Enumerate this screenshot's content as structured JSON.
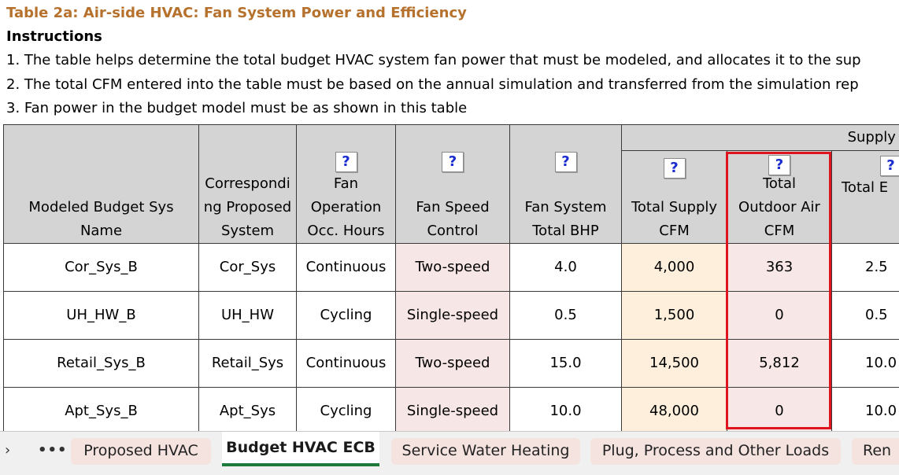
{
  "title": "Table 2a: Air-side HVAC: Fan System Power and Efficiency",
  "instructions_heading": "Instructions",
  "instructions": [
    "1. The table helps determine the total budget HVAC system fan power that must be modeled, and allocates it to the sup",
    "2. The total CFM entered into the table must be based on the annual simulation and transferred from the simulation rep",
    "3. Fan power in the budget model must be as shown in this table"
  ],
  "group_header": "Supply F",
  "help_label": "?",
  "columns": [
    {
      "lines": [
        "Modeled Budget Sys",
        "Name"
      ],
      "help": false
    },
    {
      "lines": [
        "Correspondi",
        "ng Proposed",
        "System"
      ],
      "help": false
    },
    {
      "lines": [
        "Fan",
        "Operation",
        "Occ. Hours"
      ],
      "help": true
    },
    {
      "lines": [
        "Fan Speed",
        "Control"
      ],
      "help": true
    },
    {
      "lines": [
        "Fan System",
        "Total BHP"
      ],
      "help": true
    },
    {
      "lines": [
        "Total Supply",
        "CFM"
      ],
      "help": true
    },
    {
      "lines": [
        "Total",
        "Outdoor Air",
        "CFM"
      ],
      "help": true
    },
    {
      "lines": [
        "Total E"
      ],
      "help": true
    }
  ],
  "rows": [
    [
      "Cor_Sys_B",
      "Cor_Sys",
      "Continuous",
      "Two-speed",
      "4.0",
      "4,000",
      "363",
      "2.5"
    ],
    [
      "UH_HW_B",
      "UH_HW",
      "Cycling",
      "Single-speed",
      "0.5",
      "1,500",
      "0",
      "0.5"
    ],
    [
      "Retail_Sys_B",
      "Retail_Sys",
      "Continuous",
      "Two-speed",
      "15.0",
      "14,500",
      "5,812",
      "10.0"
    ],
    [
      "Apt_Sys_B",
      "Apt_Sys",
      "Cycling",
      "Single-speed",
      "10.0",
      "48,000",
      "0",
      "10.0"
    ]
  ],
  "tabs": [
    {
      "label": "Proposed HVAC",
      "active": false
    },
    {
      "label": "Budget HVAC ECB",
      "active": true
    },
    {
      "label": "Service Water Heating",
      "active": false
    },
    {
      "label": "Plug, Process and Other Loads",
      "active": false
    },
    {
      "label": "Ren",
      "active": false
    }
  ],
  "nav": {
    "prev": "›",
    "more": "•••"
  },
  "colors": {
    "title": "#b6712d",
    "highlight": "#e0141e",
    "active_tab_underline": "#1e7a3a",
    "help_text": "#1a2bd0"
  }
}
